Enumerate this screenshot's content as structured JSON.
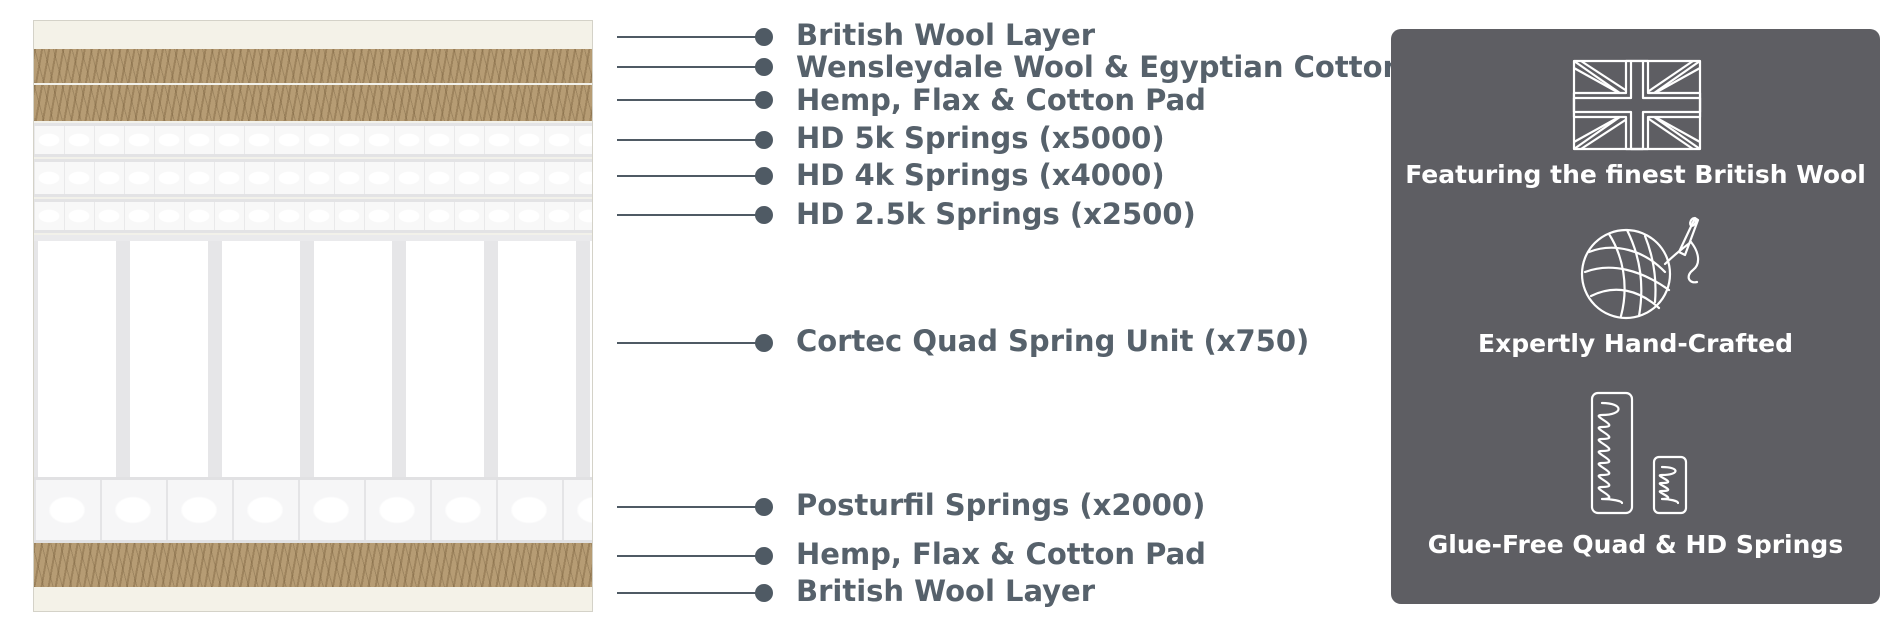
{
  "layers": [
    {
      "label": "British Wool Layer"
    },
    {
      "label": "Wensleydale Wool & Egyptian Cotton"
    },
    {
      "label": "Hemp, Flax & Cotton Pad"
    },
    {
      "label": "HD 5k Springs (x5000)"
    },
    {
      "label": "HD 4k Springs (x4000)"
    },
    {
      "label": "HD 2.5k Springs (x2500)"
    },
    {
      "label": "Cortec Quad Spring Unit (x750)"
    },
    {
      "label": "Posturfil Springs (x2000)"
    },
    {
      "label": "Hemp, Flax & Cotton Pad"
    },
    {
      "label": "British Wool Layer"
    }
  ],
  "features": [
    {
      "icon": "union-jack-flag-icon",
      "caption": "Featuring the finest British Wool"
    },
    {
      "icon": "yarn-ball-needle-icon",
      "caption": "Expertly Hand-Crafted"
    },
    {
      "icon": "coil-springs-icon",
      "caption": "Glue-Free Quad & HD Springs"
    }
  ],
  "colors": {
    "callout": "#4f5a64",
    "panel_background": "#5e5e63",
    "panel_text": "#ffffff"
  }
}
